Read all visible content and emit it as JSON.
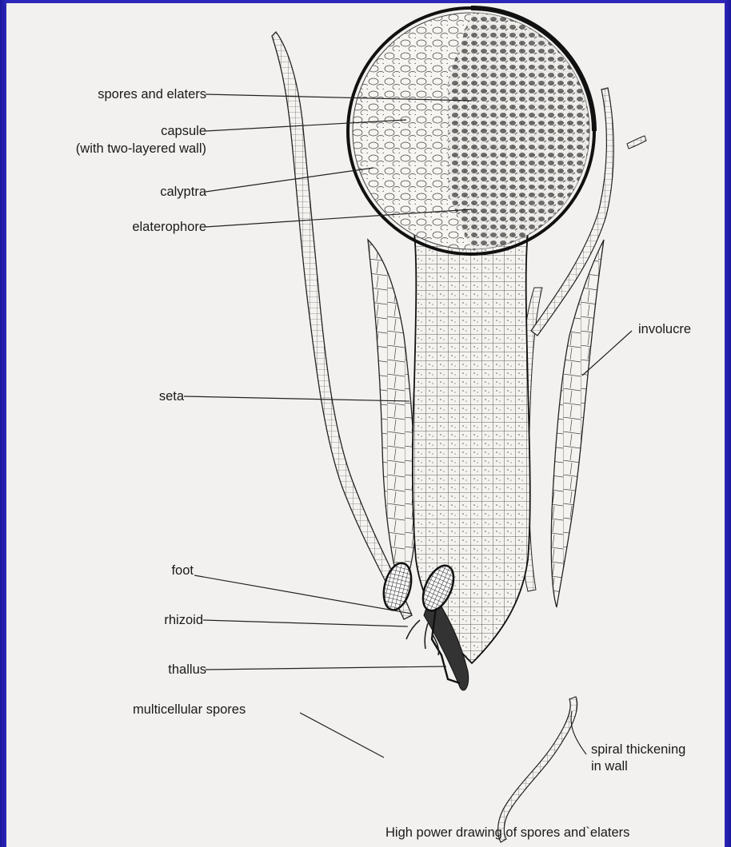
{
  "labels": {
    "spores_elaters": "spores and elaters",
    "capsule": "capsule",
    "capsule_note": "(with two-layered wall)",
    "calyptra": "calyptra",
    "elaterophore": "elaterophore",
    "involucre": "involucre",
    "seta": "seta",
    "foot": "foot",
    "rhizoid": "rhizoid",
    "thallus": "thallus",
    "multicellular_spores": "multicellular spores",
    "spiral_line1": "spiral thickening",
    "spiral_line2": "in wall"
  },
  "caption": "High power drawing of spores and`elaters",
  "colors": {
    "frame": "#2d27b8",
    "paper": "#f2f1ef",
    "ink": "#1a1a1a"
  }
}
